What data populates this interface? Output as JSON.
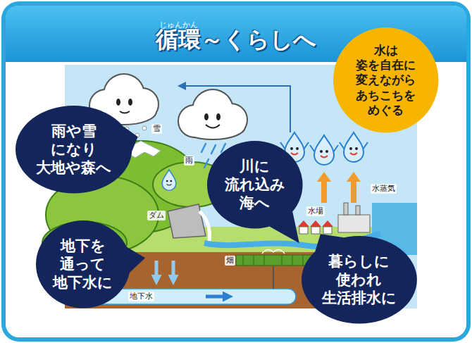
{
  "diagram": {
    "title": "循環～くらしへ",
    "nodes": [
      {
        "text": [
          "雨や雪 になり 大地や森へ"
        ]
      },
      {
        "text": [
          "水は 姿を自在に 変えながら あちこちを めぐる"
        ]
      },
      {
        "text": [
          "川に 流れ込み 海へ"
        ]
      },
      {
        "text": [
          "地下を 通って 地下水に"
        ]
      },
      {
        "text": [
          "暮らしに 使われ 生活排水に"
        ]
      }
    ],
    "labels": [
      "じゅんかん",
      "雪",
      "雨",
      "ダム",
      "水場",
      "水蒸気",
      "畑",
      "地下水"
    ]
  }
}
